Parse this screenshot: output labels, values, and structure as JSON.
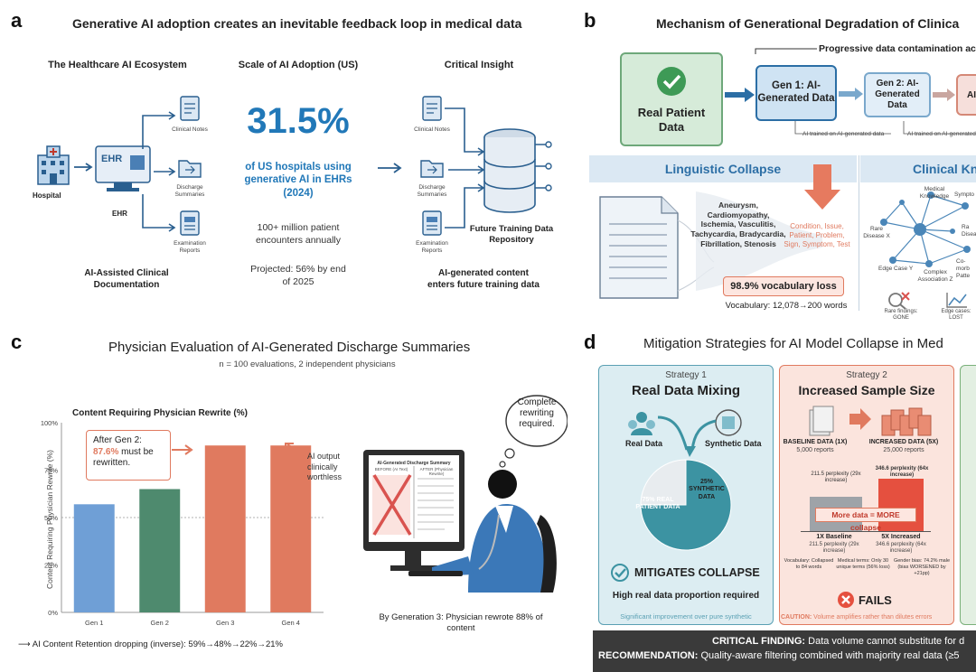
{
  "colors": {
    "blue": "#2178b8",
    "orange": "#e07a5f",
    "green": "#4e8a6e",
    "teal": "#3c93a2",
    "dark": "#3a3a3a"
  },
  "panel_a": {
    "letter": "a",
    "title": "Generative AI adoption creates an inevitable feedback loop in medical data",
    "col1_title": "The Healthcare AI Ecosystem",
    "col2_title": "Scale of AI Adoption (US)",
    "col3_title": "Critical Insight",
    "hospital": "Hospital",
    "ehr_screen": "EHR",
    "ehr": "EHR",
    "docs_left": [
      "Clinical Notes",
      "Discharge Summaries",
      "Examination Reports"
    ],
    "docs_right": [
      "Clinical Notes",
      "Discharge Summaries",
      "Examination Reports"
    ],
    "left_caption": "AI-Assisted Clinical Documentation",
    "percent": "31.5%",
    "percent_caption": "of US hospitals using generative AI in EHRs (2024)",
    "encounters": "100+ million patient encounters annually",
    "projected": "Projected: 56% by end of 2025",
    "repo": "Future Training Data Repository",
    "right_caption": "AI-generated content enters future training data"
  },
  "panel_b": {
    "letter": "b",
    "title": "Mechanism of Generational Degradation of Clinica",
    "progress": "Progressive data contamination acc",
    "real": "Real Patient Data",
    "gen1": "Gen 1: AI-Generated Data",
    "gen2": "Gen 2: AI-Generated Data",
    "gen3": "AI-G",
    "trained1": "AI trained on AI-generated data",
    "trained2": "AI trained on AI-generated data",
    "ling": "Linguistic Collapse",
    "clin": "Clinical Kn",
    "terms": "Aneurysm, Cardiomyopathy, Ischemia, Vasculitis, Tachycardia, Bradycardia, Fibrillation, Stenosis",
    "generic": "Condition, Issue, Patient, Problem, Sign, Symptom, Test",
    "loss": "98.9% vocabulary loss",
    "vocab": "Vocabulary: 12,078→200 words",
    "nodes": [
      "Medical Knowledge",
      "Sympto",
      "Rare Disease X",
      "Edge Case Y",
      "Complex Association Z",
      "Co-morb Patte",
      "Ra Disea"
    ],
    "rare": "Rare findings: GONE",
    "edge": "Edge cases: LOST"
  },
  "panel_c": {
    "letter": "c",
    "title": "Physician Evaluation of AI-Generated Discharge Summaries",
    "subtitle": "n = 100 evaluations, 2 independent physicians",
    "callout_pre": "After Gen 2:",
    "callout_value": "87.6%",
    "callout_post": "must be rewritten.",
    "worthless": "AI output clinically worthless",
    "bubble": "Complete rewriting required.",
    "doc_title": "AI-Generated Discharge Summary",
    "before": "BEFORE (AI Text)",
    "after": "AFTER (Physician Rewrite)",
    "caption": "By Generation 3: Physician rewrote 88% of content",
    "retention": "AI Content Retention dropping (inverse): 59%→48%→22%→21%"
  },
  "chart_data": {
    "type": "bar",
    "title": "Content Requiring Physician Rewrite (%)",
    "ylabel": "Content Requiring Physician Rewrite (%)",
    "categories": [
      "Gen 1",
      "Gen 2",
      "Gen 3",
      "Gen 4"
    ],
    "values": [
      57,
      65,
      88,
      88
    ],
    "yticks": [
      "0%",
      "25%",
      "50%",
      "75%",
      "100%"
    ],
    "ylim": [
      0,
      100
    ],
    "colors": [
      "#6f9fd6",
      "#4e8a6e",
      "#e07a5f",
      "#e07a5f"
    ],
    "reference_line": 50
  },
  "panel_d": {
    "letter": "d",
    "title": "Mitigation Strategies for AI Model Collapse in Med",
    "s1_label": "Strategy 1",
    "s1_title": "Real Data Mixing",
    "real_data": "Real Data",
    "synthetic": "Synthetic Data",
    "pie_real": "75% REAL PATIENT DATA",
    "pie_syn": "25% SYNTHETIC DATA",
    "pie_values": [
      75,
      25
    ],
    "mitigates": "MITIGATES COLLAPSE",
    "high_real": "High real data proportion required",
    "improve": "Significant improvement over pure synthetic",
    "s2_label": "Strategy 2",
    "s2_title": "Increased Sample Size",
    "baseline": "BASELINE DATA (1X)",
    "baseline_sub": "5,000 reports",
    "increased": "INCREASED DATA (5X)",
    "increased_sub": "25,000 reports",
    "perp_small": "211.5 perplexity (29x increase)",
    "perp_big": "346.6 perplexity (64x increase)",
    "more_data": "More data = MORE collapse",
    "base_label": "1X Baseline",
    "base_val": "211.5 perplexity (29x increase)",
    "inc_label": "5X Increased",
    "inc_val": "346.6 perplexity (64x increase)",
    "vocab": "Vocabulary: Collapsed to 84 words",
    "medterms": "Medical terms: Only 30 unique terms (56% loss)",
    "gender": "Gender bias: 74.2% male (bias WORSENED by +21pp)",
    "fails": "FAILS",
    "caution_label": "CAUTION:",
    "caution": "Volume amplifies rather than dilutes errors",
    "critical_label": "CRITICAL FINDING:",
    "critical": "Data volume cannot substitute for d",
    "rec_label": "RECOMMENDATION:",
    "rec": "Quality-aware filtering combined with majority real data (≥5"
  }
}
